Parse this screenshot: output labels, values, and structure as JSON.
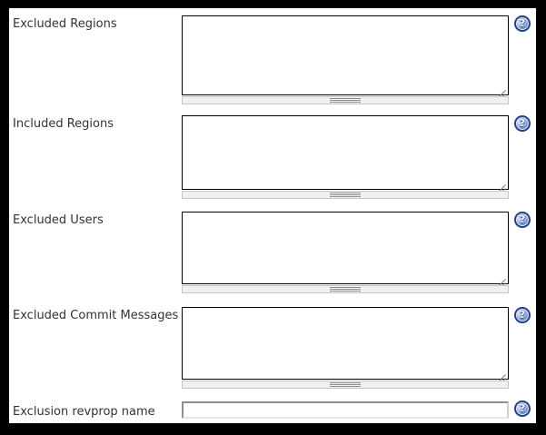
{
  "form": {
    "rows": [
      {
        "label": "Excluded Regions",
        "type": "textarea",
        "value": ""
      },
      {
        "label": "Included Regions",
        "type": "textarea",
        "value": ""
      },
      {
        "label": "Excluded Users",
        "type": "textarea",
        "value": ""
      },
      {
        "label": "Excluded Commit Messages",
        "type": "textarea",
        "value": ""
      },
      {
        "label": "Exclusion revprop name",
        "type": "text",
        "value": ""
      }
    ]
  },
  "icons": {
    "help_glyph": "?"
  },
  "colors": {
    "frame": "#000000",
    "content_bg": "#ffffff",
    "textarea_border": "#000000",
    "handle_bg": "#f0f0f0",
    "handle_border": "#c5c5c5",
    "handle_lines": "#909090",
    "label_text": "#333333",
    "help_ring": "#24418c",
    "help_fill": "#7492cc",
    "input_border_dark": "#8f8f8f",
    "input_border_light": "#e8e8e8"
  }
}
